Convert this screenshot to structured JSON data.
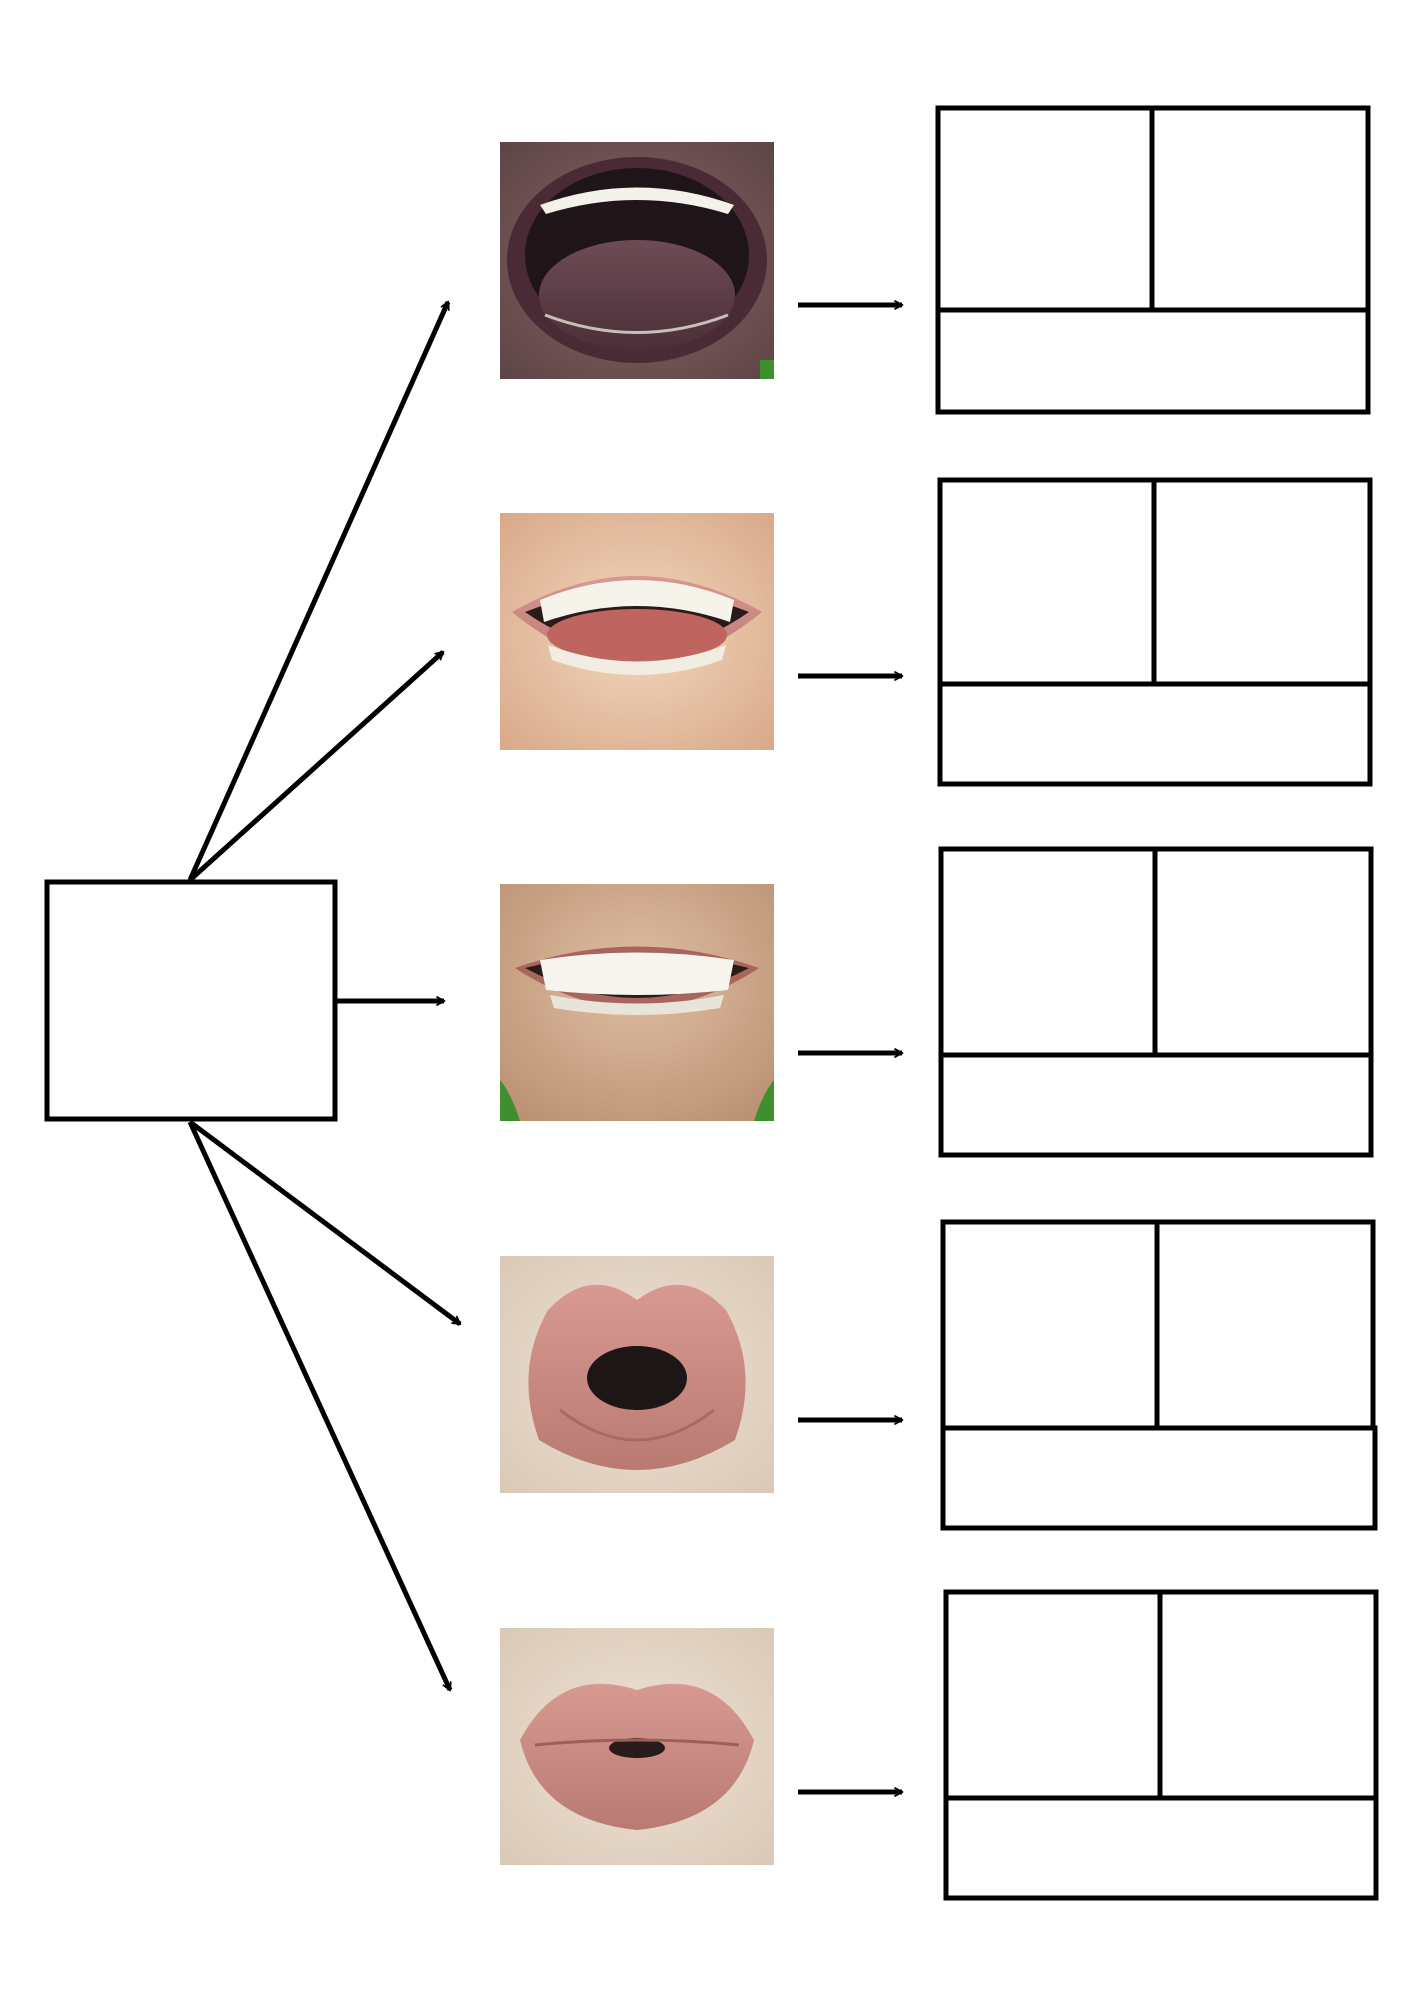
{
  "diagram": {
    "source_box": {
      "label": ""
    },
    "rows": [
      {
        "mouth": "mouth-wide-open-tongue",
        "answer_box": {
          "cell_left": "",
          "cell_right": "",
          "cell_bottom": ""
        }
      },
      {
        "mouth": "mouth-open-teeth",
        "answer_box": {
          "cell_left": "",
          "cell_right": "",
          "cell_bottom": ""
        }
      },
      {
        "mouth": "mouth-smile-teeth",
        "answer_box": {
          "cell_left": "",
          "cell_right": "",
          "cell_bottom": ""
        }
      },
      {
        "mouth": "mouth-rounded-o",
        "answer_box": {
          "cell_left": "",
          "cell_right": "",
          "cell_bottom": ""
        }
      },
      {
        "mouth": "mouth-pursed-lips",
        "answer_box": {
          "cell_left": "",
          "cell_right": "",
          "cell_bottom": ""
        }
      }
    ]
  },
  "colors": {
    "line": "#000000",
    "background": "#ffffff",
    "skin_dark": "#6b4a4a",
    "skin_light": "#e9c7a9",
    "lips_pink": "#c98a85",
    "lips_dark": "#5a2f38",
    "teeth": "#f3f1ea",
    "mouth_interior": "#2a1d1d",
    "tongue": "#5b3a42",
    "green_bg": "#3f8f2e"
  }
}
